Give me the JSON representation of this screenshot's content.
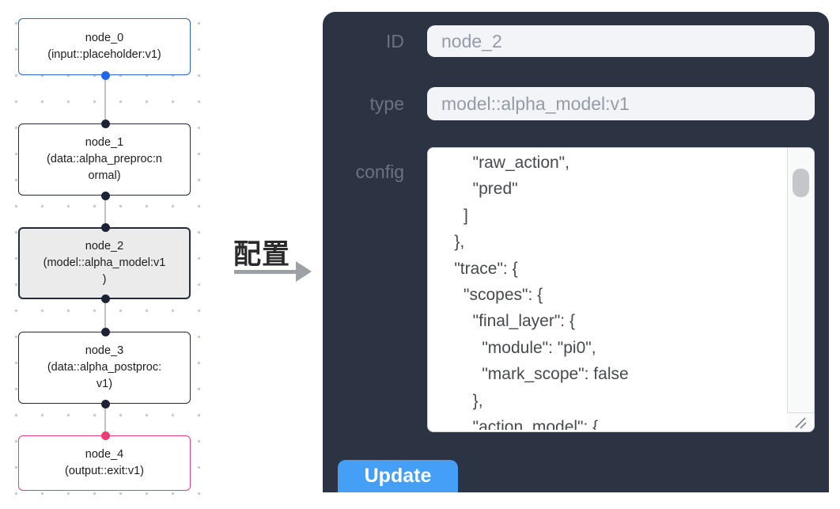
{
  "canvas": {
    "nodes": [
      {
        "id": "node_0",
        "title": "node_0",
        "subtitle": "(input::placeholder:v1)",
        "border_color": "#2b5fd9",
        "selected": false
      },
      {
        "id": "node_1",
        "title": "node_1",
        "subtitle": "(data::alpha_preproc:n\normal)",
        "border_color": "#23283a",
        "selected": false
      },
      {
        "id": "node_2",
        "title": "node_2",
        "subtitle": "(model::alpha_model:v1\n)",
        "border_color": "#262b3c",
        "selected": true
      },
      {
        "id": "node_3",
        "title": "node_3",
        "subtitle": "(data::alpha_postproc:\nv1)",
        "border_color": "#23283a",
        "selected": false
      },
      {
        "id": "node_4",
        "title": "node_4",
        "subtitle": "(output::exit:v1)",
        "border_color": "#ee3d73",
        "selected": false
      }
    ],
    "port_colors": {
      "default": "#1d2335",
      "input_node": "#2563eb",
      "output_node": "#ee3d73"
    },
    "edge_color": "#bfc3c9"
  },
  "annotation": {
    "label": "配置",
    "arrow_color": "#9da1a5"
  },
  "panel": {
    "bg_color": "#2c3444",
    "fields": [
      {
        "label": "ID",
        "value": "node_2"
      },
      {
        "label": "type",
        "value": "model::alpha_model:v1"
      }
    ],
    "config_label": "config",
    "config_text": "        \"raw_action\",\n        \"pred\"\n      ]\n    },\n    \"trace\": {\n      \"scopes\": {\n        \"final_layer\": {\n          \"module\": \"pi0\",\n          \"mark_scope\": false\n        },\n        \"action_model\": {",
    "update_label": "Update",
    "button_color": "#459ff7"
  }
}
